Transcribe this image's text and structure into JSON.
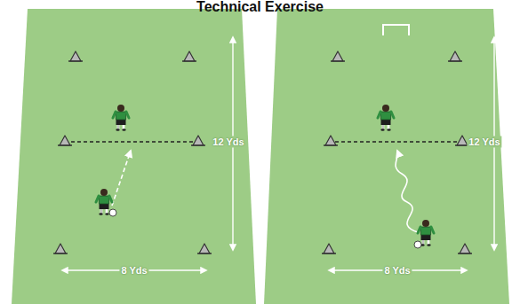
{
  "diagram": {
    "title": "Technical Exercise",
    "labels": [
      "12 Yds",
      "8 Yds",
      "12 Yds",
      "8 Yds"
    ]
  }
}
